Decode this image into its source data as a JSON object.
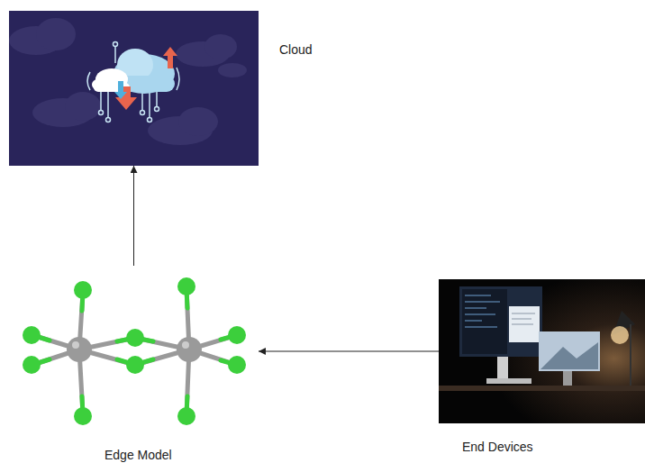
{
  "diagram": {
    "nodes": [
      {
        "text": [
          "Cloud"
        ]
      },
      {
        "text": [
          "Edge Model"
        ]
      },
      {
        "text": [
          "End Devices"
        ]
      }
    ],
    "edges": [
      {
        "from": 2,
        "to": 1,
        "arrow": "to"
      },
      {
        "from": 1,
        "to": 0,
        "arrow": "to"
      }
    ]
  }
}
